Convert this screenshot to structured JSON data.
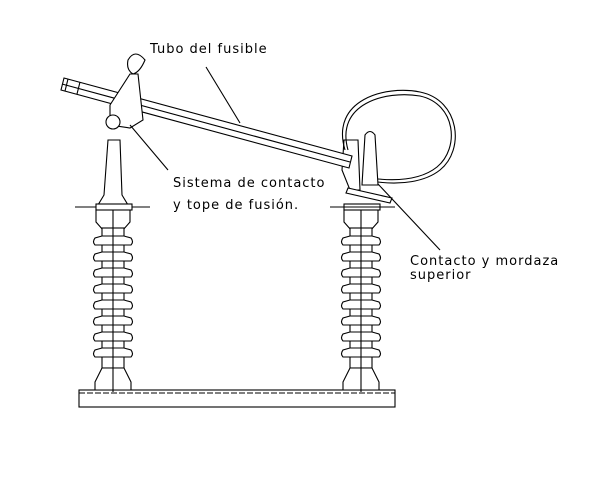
{
  "labels": {
    "tube": "Tubo del fusible",
    "contact_system_1": "Sistema de contacto",
    "contact_system_2": "y tope de fusión.",
    "upper_contact_1": "Contacto y mordaza",
    "upper_contact_2": "superior"
  }
}
